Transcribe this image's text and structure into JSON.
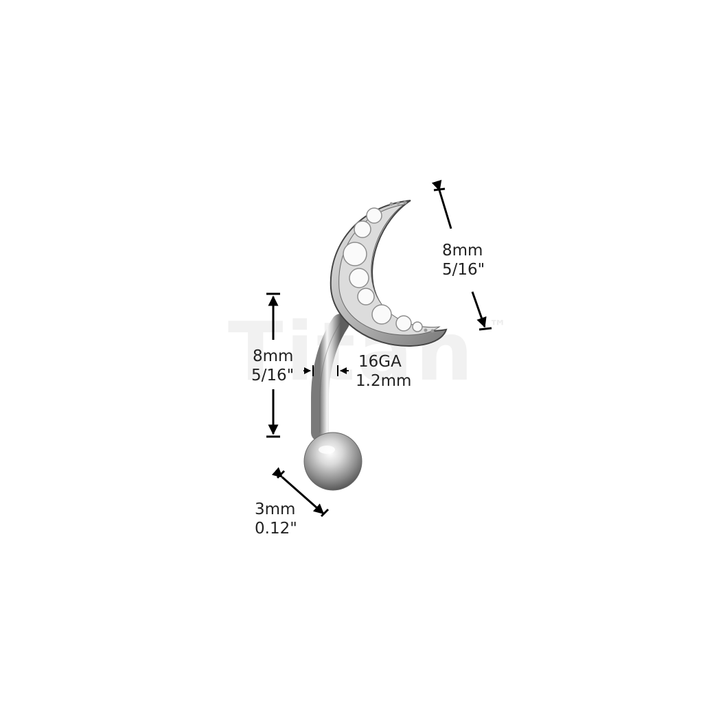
{
  "watermark": {
    "text": "Titan",
    "trademark": "™"
  },
  "dimensions": {
    "top_length_mm": "8mm",
    "top_length_in": "5/16\"",
    "bar_length_mm": "8mm",
    "bar_length_in": "5/16\"",
    "gauge": "16GA",
    "gauge_mm": "1.2mm",
    "ball_mm": "3mm",
    "ball_in": "0.12\""
  },
  "colors": {
    "metal_light": "#f4f4f4",
    "metal_mid": "#bdbdbd",
    "metal_dark": "#6e6e6e",
    "arrow": "#000000",
    "text": "#222222"
  }
}
